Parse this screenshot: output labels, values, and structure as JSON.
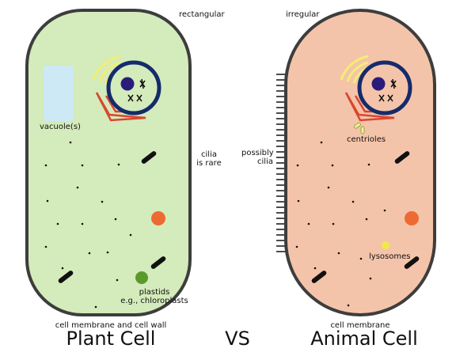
{
  "plant": {
    "title": "Plant Cell",
    "shape_note": "rectangular",
    "vacuole_label": "vacuole(s)",
    "cilia_label_line1": "cilia",
    "cilia_label_line2": "is rare",
    "plastids_label_line1": "plastids",
    "plastids_label_line2": "e.g., chloroplasts",
    "boundary_label": "cell membrane and cell wall",
    "fill_color": "#d4ebbb",
    "outline_color": "#3d3d3d"
  },
  "versus": "VS",
  "animal": {
    "title": "Animal Cell",
    "shape_note": "irregular",
    "cilia_label_line1": "possibly",
    "cilia_label_line2": "cilia",
    "centrioles_label": "centrioles",
    "lysosomes_label": "lysosomes",
    "boundary_label": "cell membrane",
    "fill_color": "#f4c4aa",
    "outline_color": "#3d3d3d"
  },
  "colors": {
    "nucleus_ring": "#152b6b",
    "nucleolus": "#2a1b7a",
    "golgi": "#f2ee72",
    "er": "#d9462f",
    "vacuole": "#cde9f6",
    "orange_organelle": "#ee6a33",
    "plastid": "#5b9a2a",
    "lysosome": "#f1e84a"
  }
}
